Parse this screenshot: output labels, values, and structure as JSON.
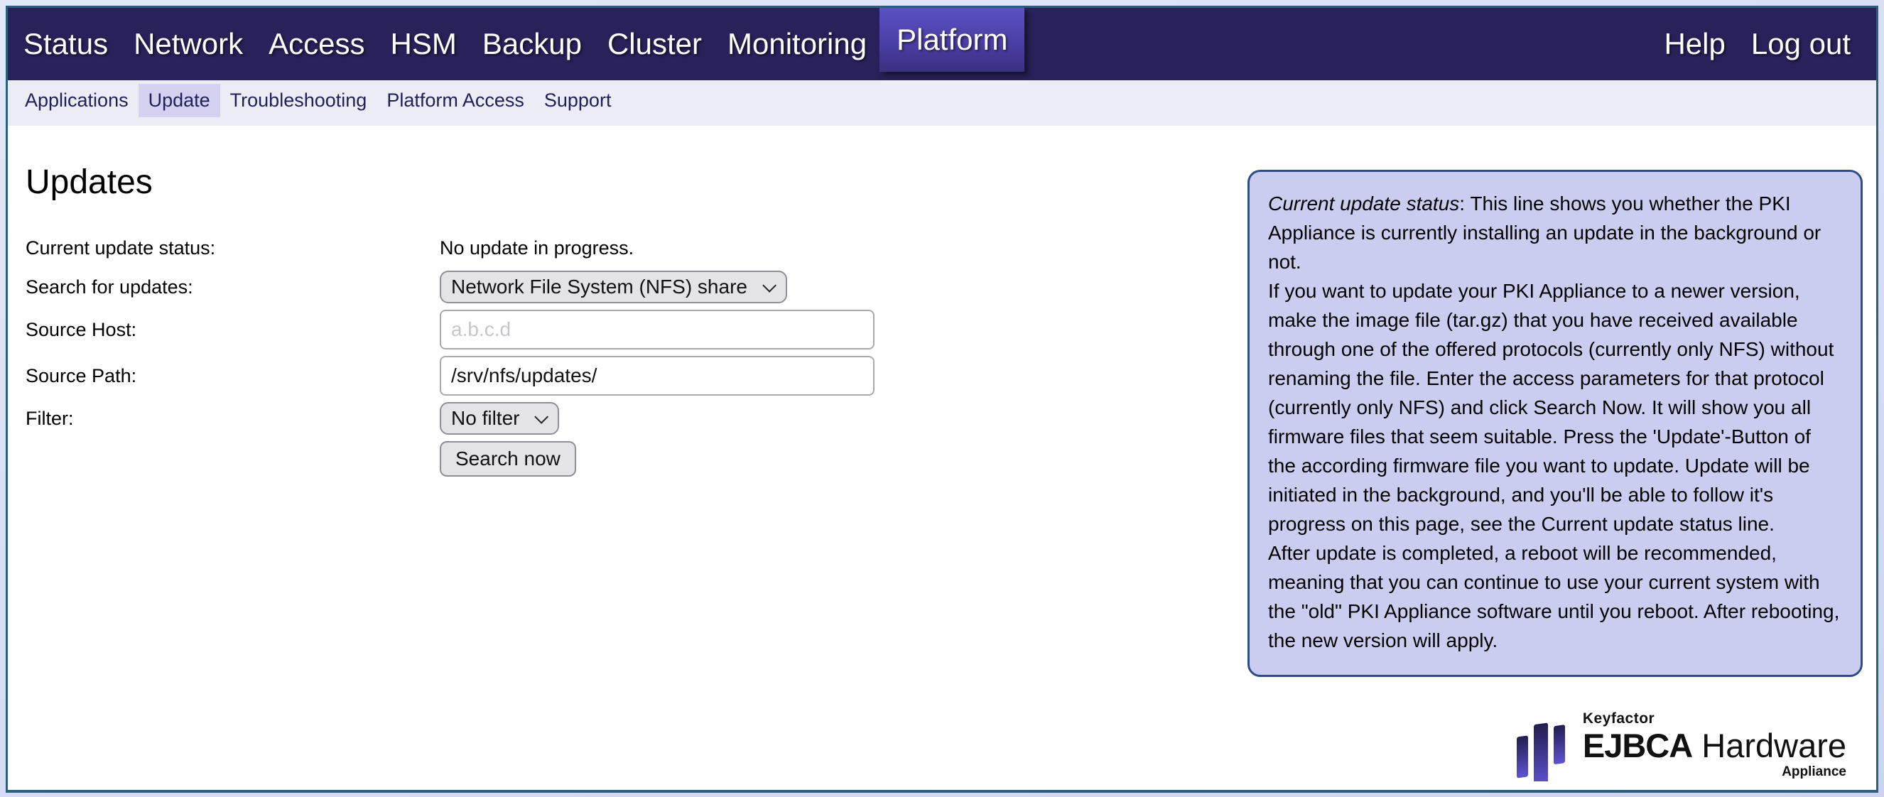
{
  "top_nav": {
    "items": [
      {
        "label": "Status"
      },
      {
        "label": "Network"
      },
      {
        "label": "Access"
      },
      {
        "label": "HSM"
      },
      {
        "label": "Backup"
      },
      {
        "label": "Cluster"
      },
      {
        "label": "Monitoring"
      },
      {
        "label": "Platform",
        "active": true
      }
    ],
    "right_items": [
      {
        "label": "Help"
      },
      {
        "label": "Log out"
      }
    ]
  },
  "sub_nav": {
    "items": [
      {
        "label": "Applications"
      },
      {
        "label": "Update",
        "active": true
      },
      {
        "label": "Troubleshooting"
      },
      {
        "label": "Platform Access"
      },
      {
        "label": "Support"
      }
    ]
  },
  "page": {
    "title": "Updates"
  },
  "form": {
    "status": {
      "label": "Current update status:",
      "value": "No update in progress."
    },
    "search_protocol": {
      "label": "Search for updates:",
      "value": "Network File System (NFS) share"
    },
    "source_host": {
      "label": "Source Host:",
      "placeholder": "a.b.c.d"
    },
    "source_path": {
      "label": "Source Path:",
      "value": "/srv/nfs/updates/"
    },
    "filter": {
      "label": "Filter:",
      "value": "No filter"
    },
    "search_button": "Search now"
  },
  "info_box": {
    "lead_italic": "Current update status",
    "lead_rest": ": This line shows you whether the PKI Appliance is currently installing an update in the background or not.",
    "para2": "If you want to update your PKI Appliance to a newer version, make the image file (tar.gz) that you have received available through one of the offered protocols (currently only NFS) without renaming the file. Enter the access parameters for that protocol (currently only NFS) and click Search Now. It will show you all firmware files that seem suitable. Press the 'Update'-Button of the according firmware file you want to update. Update will be initiated in the background, and you'll be able to follow it's progress on this page, see the Current update status line.",
    "para3": "After update is completed, a reboot will be recommended, meaning that you can continue to use your current system with the \"old\" PKI Appliance software until you reboot. After rebooting, the new version will apply."
  },
  "logo": {
    "brand_small": "Keyfactor",
    "brand_bold": "EJBCA",
    "brand_light": "Hardware",
    "brand_sub": "Appliance"
  },
  "colors": {
    "topnav_bg": "#29215a",
    "topnav_active_top": "#5c51c2",
    "topnav_active_bottom": "#3a3180",
    "subnav_bg": "#ebedf4",
    "subnav_active_bg": "#d2d2f0",
    "subnav_text": "#201e5b",
    "window_border": "#2d5f7d",
    "info_box_bg": "#cbcdf0",
    "info_box_border": "#2e4c86",
    "logo_gradient_top": "#221d50",
    "logo_gradient_bottom": "#5e53d2"
  }
}
